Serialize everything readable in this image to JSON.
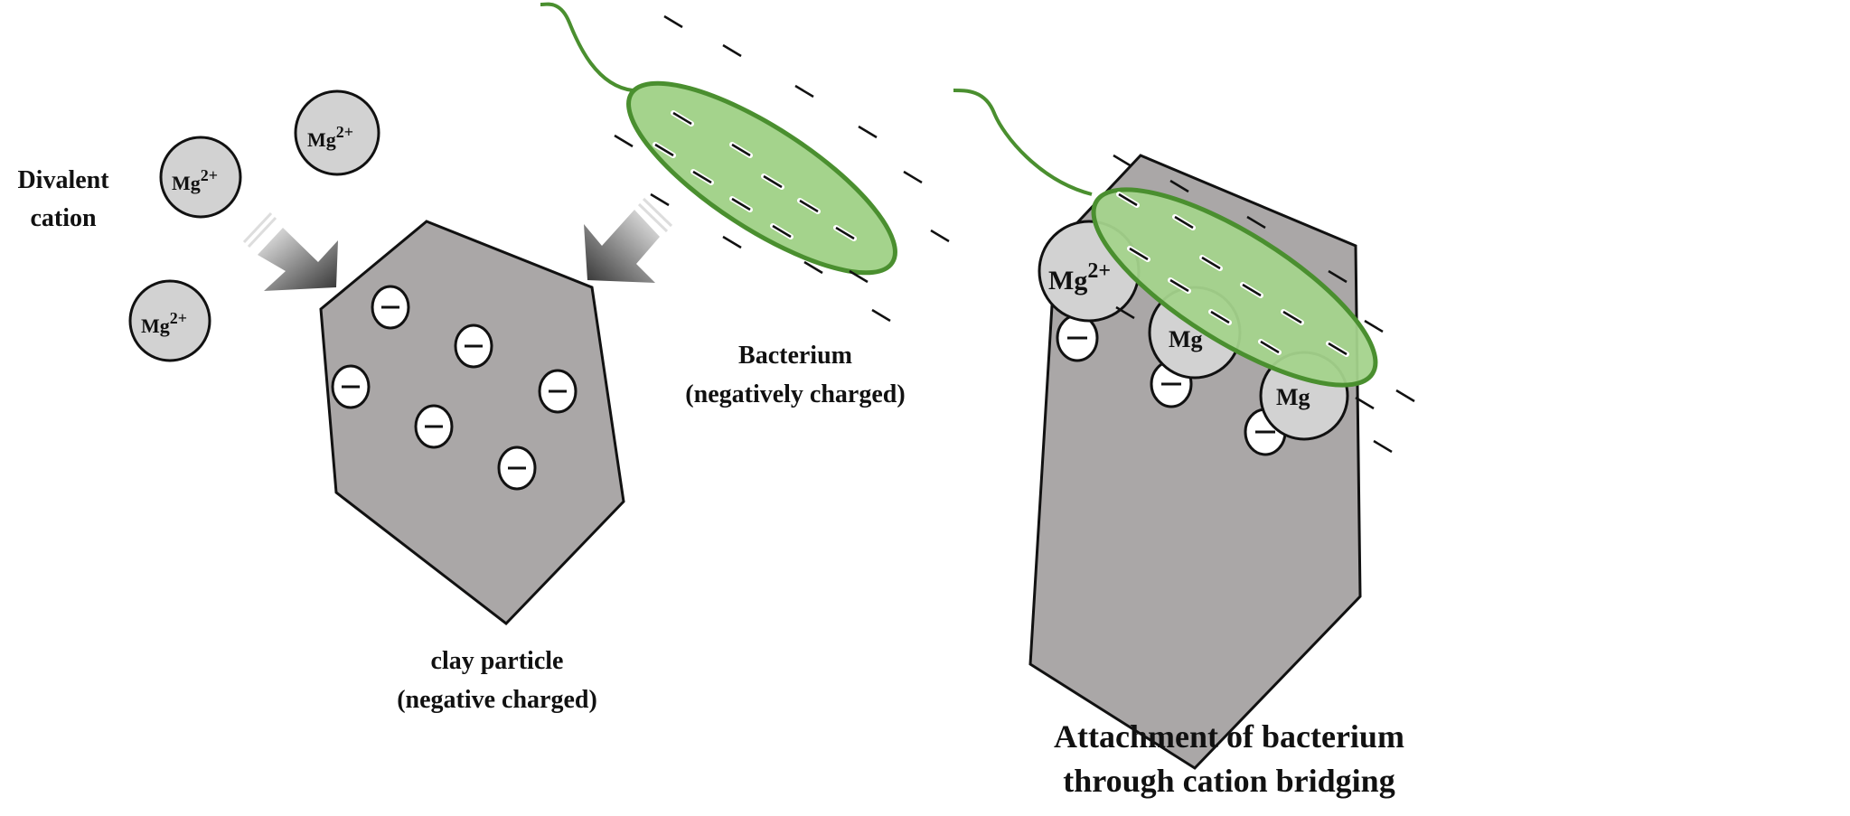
{
  "labels": {
    "divalent_line1": "Divalent",
    "divalent_line2": "cation",
    "mg_ion": "Mg",
    "mg_charge": "2+",
    "negative_sign": "–",
    "bacterium_line1": "Bacterium",
    "bacterium_line2": "(negatively charged)",
    "clay_line1": "clay particle",
    "clay_line2": "(negative charged)",
    "attach_line1": "Attachment of bacterium",
    "attach_line2": "through cation bridging"
  },
  "colors": {
    "bacterium_fill": "#a4d38c",
    "bacterium_outline": "#4a8f2f",
    "clay_fill": "#aaa7a7",
    "cation_fill": "#d2d2d2"
  }
}
